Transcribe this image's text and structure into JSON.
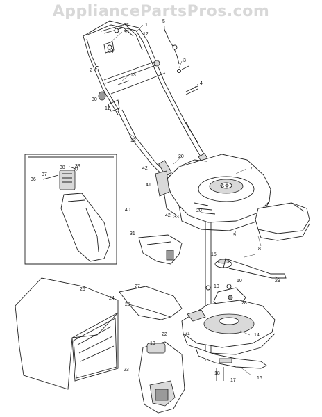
{
  "watermark": "AppliancePartsPros.com",
  "callouts": [
    "1",
    "2",
    "3",
    "4",
    "5",
    "6",
    "7",
    "8",
    "9",
    "10",
    "10",
    "11",
    "12",
    "12",
    "13",
    "14",
    "15",
    "16",
    "17",
    "18",
    "19",
    "20",
    "20",
    "21",
    "22",
    "23",
    "24",
    "25",
    "26",
    "27",
    "28",
    "29",
    "30",
    "31",
    "32",
    "33",
    "34",
    "35",
    "36",
    "37",
    "38",
    "39",
    "40",
    "41",
    "42",
    "42"
  ]
}
